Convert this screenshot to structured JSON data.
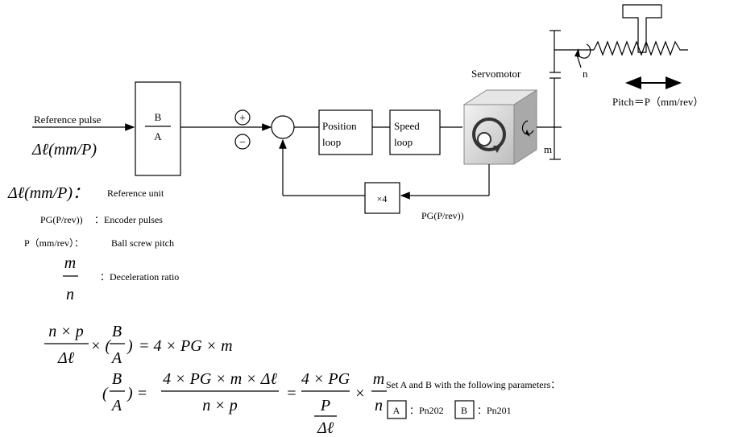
{
  "diagram": {
    "input_label": "Reference pulse",
    "input_unit": "Δℓ(mm/P)",
    "ratio_block": {
      "top": "B",
      "bottom": "A"
    },
    "plus_sign": "+",
    "minus_sign": "−",
    "position_loop": [
      "Position",
      "loop"
    ],
    "speed_loop": [
      "Speed",
      "loop"
    ],
    "multiplier": "×4",
    "feedback_label": "PG(P/rev))",
    "servomotor_label": "Servomotor",
    "label_n": "n",
    "label_m": "m",
    "pitch_label": "Pitch＝P（mm/rev）"
  },
  "legend": {
    "ref_unit_symbol": "Δℓ(mm/P)：",
    "ref_unit_text": "Reference unit",
    "encoder_symbol": "PG(P/rev))",
    "encoder_text": "：Encoder pulses",
    "pitch_symbol": "P（mm/rev）：",
    "pitch_text": "Ball screw pitch",
    "ratio_num": "m",
    "ratio_den": "n",
    "ratio_text": "：Deceleration ratio"
  },
  "formula": {
    "eq1_num": "n × p",
    "eq1_den": "Δℓ",
    "eq1_mid": "× (",
    "eq1_rhs": "= 4 × PG × m",
    "eq2_num": "4 × PG × m × Δℓ",
    "eq2_den": "n × p",
    "eq3_num": "4 × PG",
    "eq3_den_top": "P",
    "eq3_den_bottom": "Δℓ",
    "frac_B": "B",
    "frac_A": "A"
  },
  "parameters": {
    "intro": "Set A and B with the following parameters：",
    "a_box": "A",
    "a_param": "：Pn202",
    "b_box": "B",
    "b_param": "：Pn201"
  }
}
